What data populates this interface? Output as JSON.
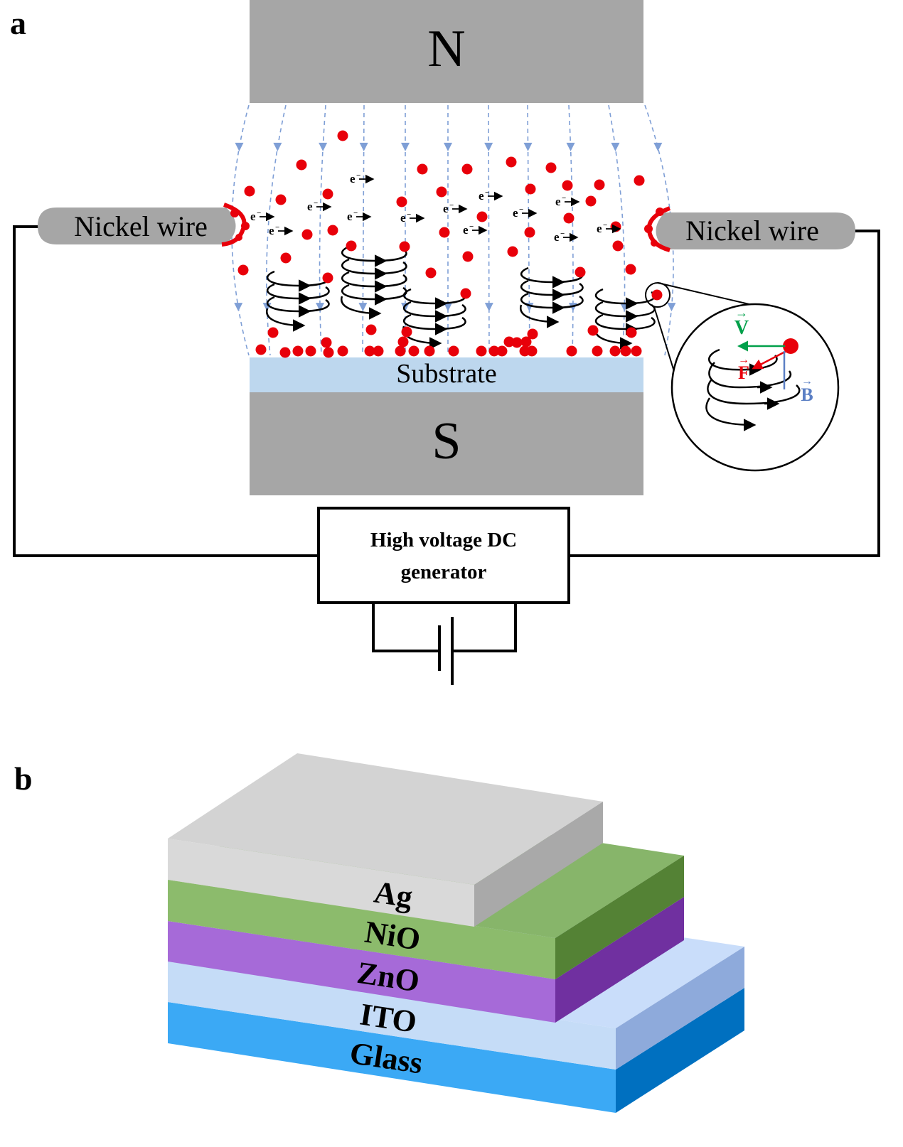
{
  "panel_a": {
    "label": "a",
    "magnet_north": "N",
    "magnet_south": "S",
    "substrate": "Substrate",
    "wire_left": "Nickel wire",
    "wire_right": "Nickel wire",
    "electron": "e",
    "electron_sup": "−",
    "generator_line1": "High voltage DC",
    "generator_line2": "generator",
    "inset": {
      "velocity": "V",
      "force": "F",
      "field": "B"
    },
    "colors": {
      "magnet": "#a6a6a6",
      "substrate": "#bdd7ee",
      "particle": "#e8000a",
      "field_line": "#7f9fd6",
      "wire_body": "#a6a6a6",
      "velocity": "#00a04a",
      "force": "#e8000a",
      "field": "#5b7fc4"
    }
  },
  "panel_b": {
    "label": "b",
    "layers": [
      "Ag",
      "NiO",
      "ZnO",
      "ITO",
      "Glass"
    ],
    "colors": {
      "ag_front": "#d9d9d9",
      "ag_top": "#d3d3d3",
      "ag_side": "#a9a9a9",
      "nio_front": "#8cbb6c",
      "nio_top": "#87b56a",
      "nio_side": "#548235",
      "zno_front": "#a66ad8",
      "zno_side": "#7030a0",
      "ito_front": "#c5dcf7",
      "ito_top": "#c9ddfa",
      "ito_side": "#8eaadb",
      "glass_front": "#3ba9f5",
      "glass_side": "#0070c0"
    }
  }
}
